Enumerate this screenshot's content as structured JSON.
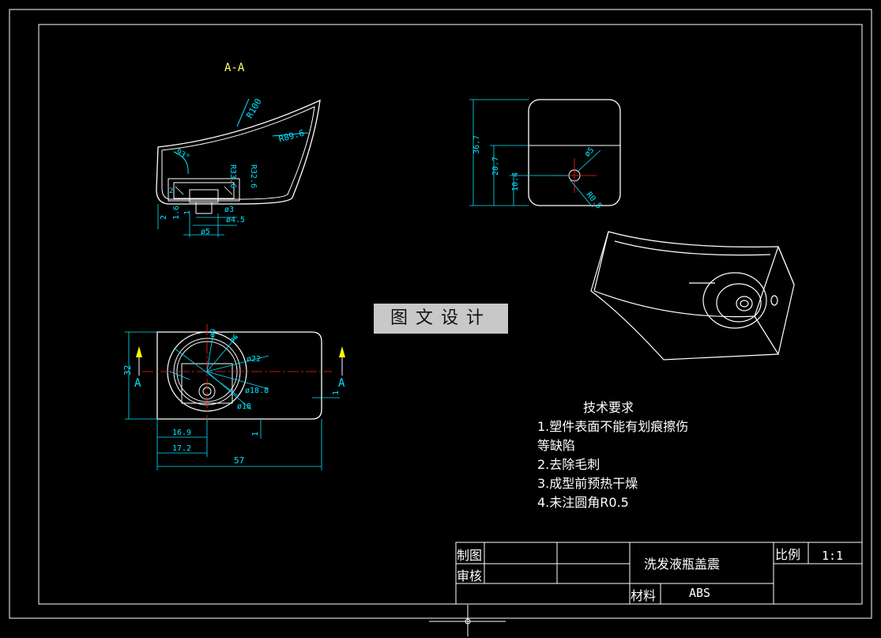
{
  "watermark_text": "图文设计",
  "section_label": "A-A",
  "colors": {
    "background": "#000000",
    "outline": "#ffffff",
    "dimension": "#00e5ff",
    "centerline": "#ff2020",
    "label": "#ffff66",
    "frame": "#ffffff"
  },
  "section_view": {
    "radii": [
      "R100",
      "R89.6",
      "R33.6",
      "R32.6"
    ],
    "angle": "93°",
    "dims": [
      "2",
      "1.6",
      "1",
      "ø3",
      "ø4.5",
      "ø5",
      "2"
    ]
  },
  "side_view": {
    "dims": [
      "36.7",
      "20.7",
      "10.4",
      "ø5",
      "R0.5"
    ]
  },
  "plan_view": {
    "dims": [
      "32",
      "57",
      "16.9",
      "17.2",
      "1",
      "1",
      "ø22",
      "ø18.8",
      "ø18",
      "ø9",
      "ø6"
    ],
    "cut_labels": [
      "A",
      "A"
    ]
  },
  "tech_requirements": {
    "title": "技术要求",
    "items": [
      "1.塑件表面不能有划痕擦伤",
      "等缺陷",
      "2.去除毛刺",
      "3.成型前预热干燥",
      "4.未注圆角R0.5"
    ]
  },
  "title_block": {
    "drawn_label": "制图",
    "checked_label": "审核",
    "part_name": "洗发液瓶盖震",
    "scale_label": "比例",
    "scale_value": "1:1",
    "material_label": "材料",
    "material_value": "ABS"
  }
}
